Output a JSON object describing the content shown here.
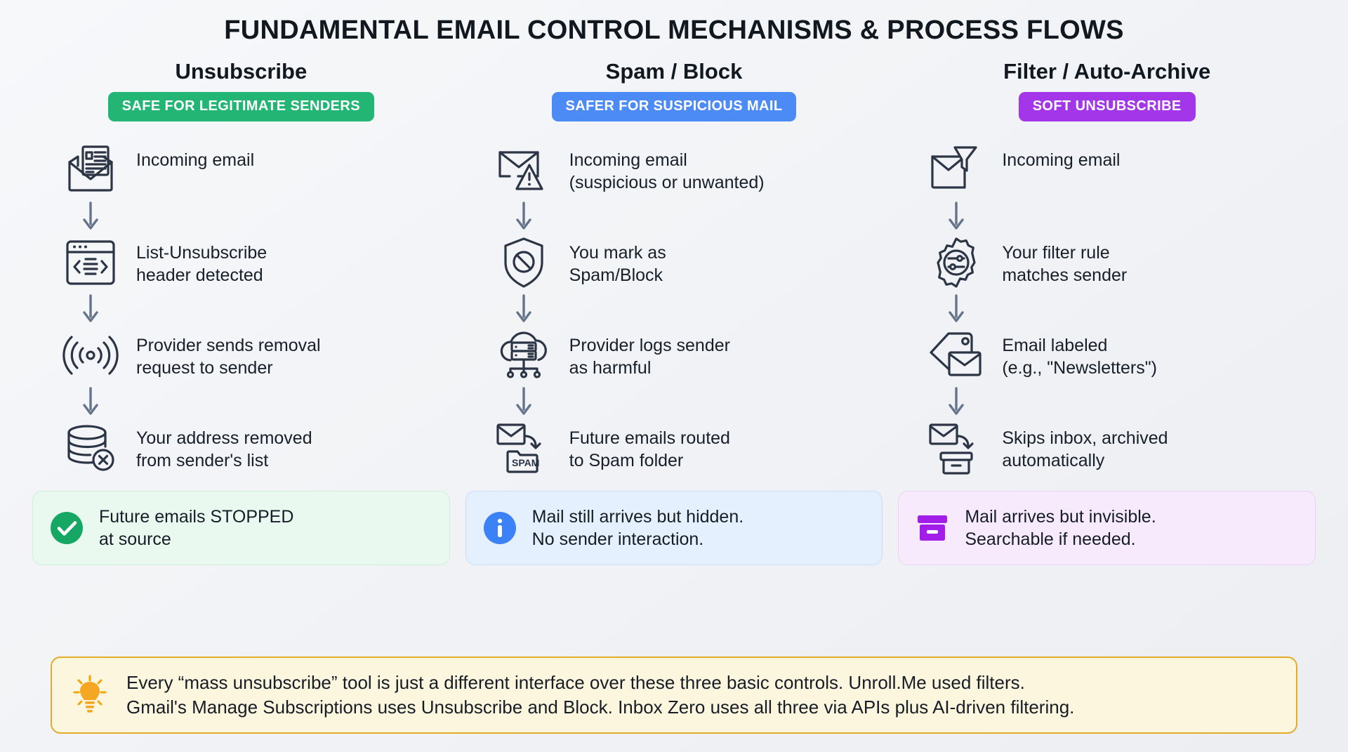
{
  "title": "FUNDAMENTAL EMAIL CONTROL MECHANISMS & PROCESS FLOWS",
  "colors": {
    "green": "#22b573",
    "blue": "#4c8bf5",
    "purple": "#a236e8",
    "amber": "#e2ac2a",
    "icon_stroke": "#2b3545",
    "arrow": "#64748b",
    "background": "#f2f4f7"
  },
  "columns": [
    {
      "title": "Unsubscribe",
      "badge": {
        "label": "SAFE FOR LEGITIMATE SENDERS",
        "color": "green"
      },
      "steps": [
        {
          "icon": "envelope-newsletter-icon",
          "text": "Incoming email"
        },
        {
          "icon": "browser-code-header-icon",
          "text": "List-Unsubscribe\nheader detected"
        },
        {
          "icon": "broadcast-signal-icon",
          "text": "Provider sends removal\nrequest to sender"
        },
        {
          "icon": "database-remove-icon",
          "text": "Your address removed\nfrom sender's list"
        }
      ],
      "outcome": {
        "icon": "check-circle-icon",
        "text": "Future emails STOPPED\nat source",
        "color": "green"
      }
    },
    {
      "title": "Spam / Block",
      "badge": {
        "label": "SAFER FOR SUSPICIOUS MAIL",
        "color": "blue"
      },
      "steps": [
        {
          "icon": "envelope-warning-icon",
          "text": "Incoming email\n(suspicious or unwanted)"
        },
        {
          "icon": "shield-block-icon",
          "text": "You mark as\nSpam/Block"
        },
        {
          "icon": "cloud-server-icon",
          "text": "Provider logs sender\nas harmful"
        },
        {
          "icon": "envelope-to-spam-folder-icon",
          "text": "Future emails routed\nto Spam folder",
          "folder_label": "SPAM"
        }
      ],
      "outcome": {
        "icon": "info-circle-icon",
        "text": "Mail still arrives but hidden.\nNo sender interaction.",
        "color": "blue"
      }
    },
    {
      "title": "Filter / Auto-Archive",
      "badge": {
        "label": "SOFT UNSUBSCRIBE",
        "color": "purple"
      },
      "steps": [
        {
          "icon": "envelope-funnel-icon",
          "text": "Incoming email"
        },
        {
          "icon": "gear-sliders-icon",
          "text": "Your filter rule\nmatches sender"
        },
        {
          "icon": "tag-envelope-label-icon",
          "text": "Email labeled\n(e.g., \"Newsletters\")"
        },
        {
          "icon": "envelope-to-archive-box-icon",
          "text": "Skips inbox, archived\nautomatically"
        }
      ],
      "outcome": {
        "icon": "archive-box-icon",
        "text": "Mail arrives but invisible.\nSearchable if needed.",
        "color": "purple"
      }
    }
  ],
  "footer": {
    "icon": "lightbulb-icon",
    "text": "Every “mass unsubscribe” tool is just a different interface over these three basic controls. Unroll.Me used filters.\nGmail's Manage Subscriptions uses Unsubscribe and Block. Inbox Zero uses all three via APIs plus AI-driven filtering."
  }
}
